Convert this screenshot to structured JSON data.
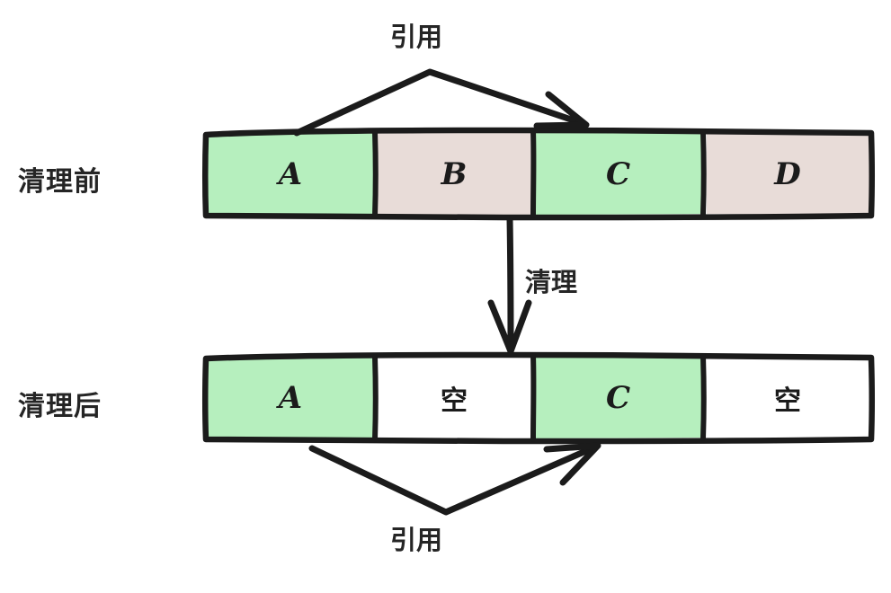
{
  "diagram": {
    "title": "garbage-collection-before-after",
    "colors": {
      "live_cell": "#b6efbe",
      "garbage_cell": "#e8dcd8",
      "empty_cell": "#ffffff",
      "stroke": "#1b1b1b",
      "text": "#252525",
      "background": "#ffffff"
    },
    "rows": [
      {
        "id": "before",
        "label": "清理前",
        "cells": [
          {
            "text": "A",
            "script": "latin",
            "state": "live"
          },
          {
            "text": "B",
            "script": "latin",
            "state": "garbage"
          },
          {
            "text": "C",
            "script": "latin",
            "state": "live"
          },
          {
            "text": "D",
            "script": "latin",
            "state": "garbage"
          }
        ]
      },
      {
        "id": "after",
        "label": "清理后",
        "cells": [
          {
            "text": "A",
            "script": "latin",
            "state": "live"
          },
          {
            "text": "空",
            "script": "cjk",
            "state": "empty"
          },
          {
            "text": "C",
            "script": "latin",
            "state": "live"
          },
          {
            "text": "空",
            "script": "cjk",
            "state": "empty"
          }
        ]
      }
    ],
    "annotations": {
      "top_arrow_label": "引用",
      "middle_arrow_label": "清理",
      "bottom_arrow_label": "引用"
    }
  }
}
